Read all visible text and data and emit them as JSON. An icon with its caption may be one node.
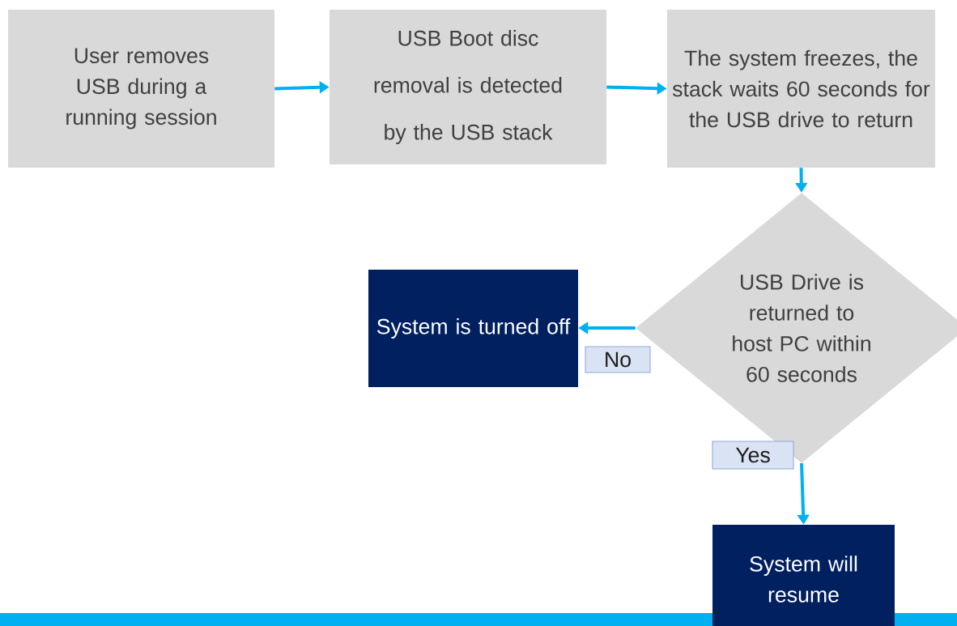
{
  "diagram": {
    "nodes": [
      {
        "text": [
          "User removes USB during a running session"
        ]
      },
      {
        "text": [
          "USB Boot disc removal is detected by the USB stack"
        ]
      },
      {
        "text": [
          "The system freezes, the stack waits 60 seconds for the USB drive to return"
        ]
      },
      {
        "text": [
          "USB Drive is returned to host PC within 60 seconds"
        ]
      },
      {
        "text": [
          "System is turned off"
        ]
      },
      {
        "text": [
          "System will resume"
        ]
      },
      {
        "text": [],
        "shape": "bar"
      }
    ],
    "edges": [
      {
        "from": 0,
        "to": 1,
        "arrow": "to"
      },
      {
        "from": 1,
        "to": 2,
        "arrow": "to"
      },
      {
        "from": 2,
        "to": 3,
        "arrow": "to"
      },
      {
        "from": 3,
        "to": 4,
        "arrow": "to",
        "label": "No"
      },
      {
        "from": 3,
        "to": 5,
        "arrow": "to",
        "label": "Yes"
      }
    ]
  }
}
